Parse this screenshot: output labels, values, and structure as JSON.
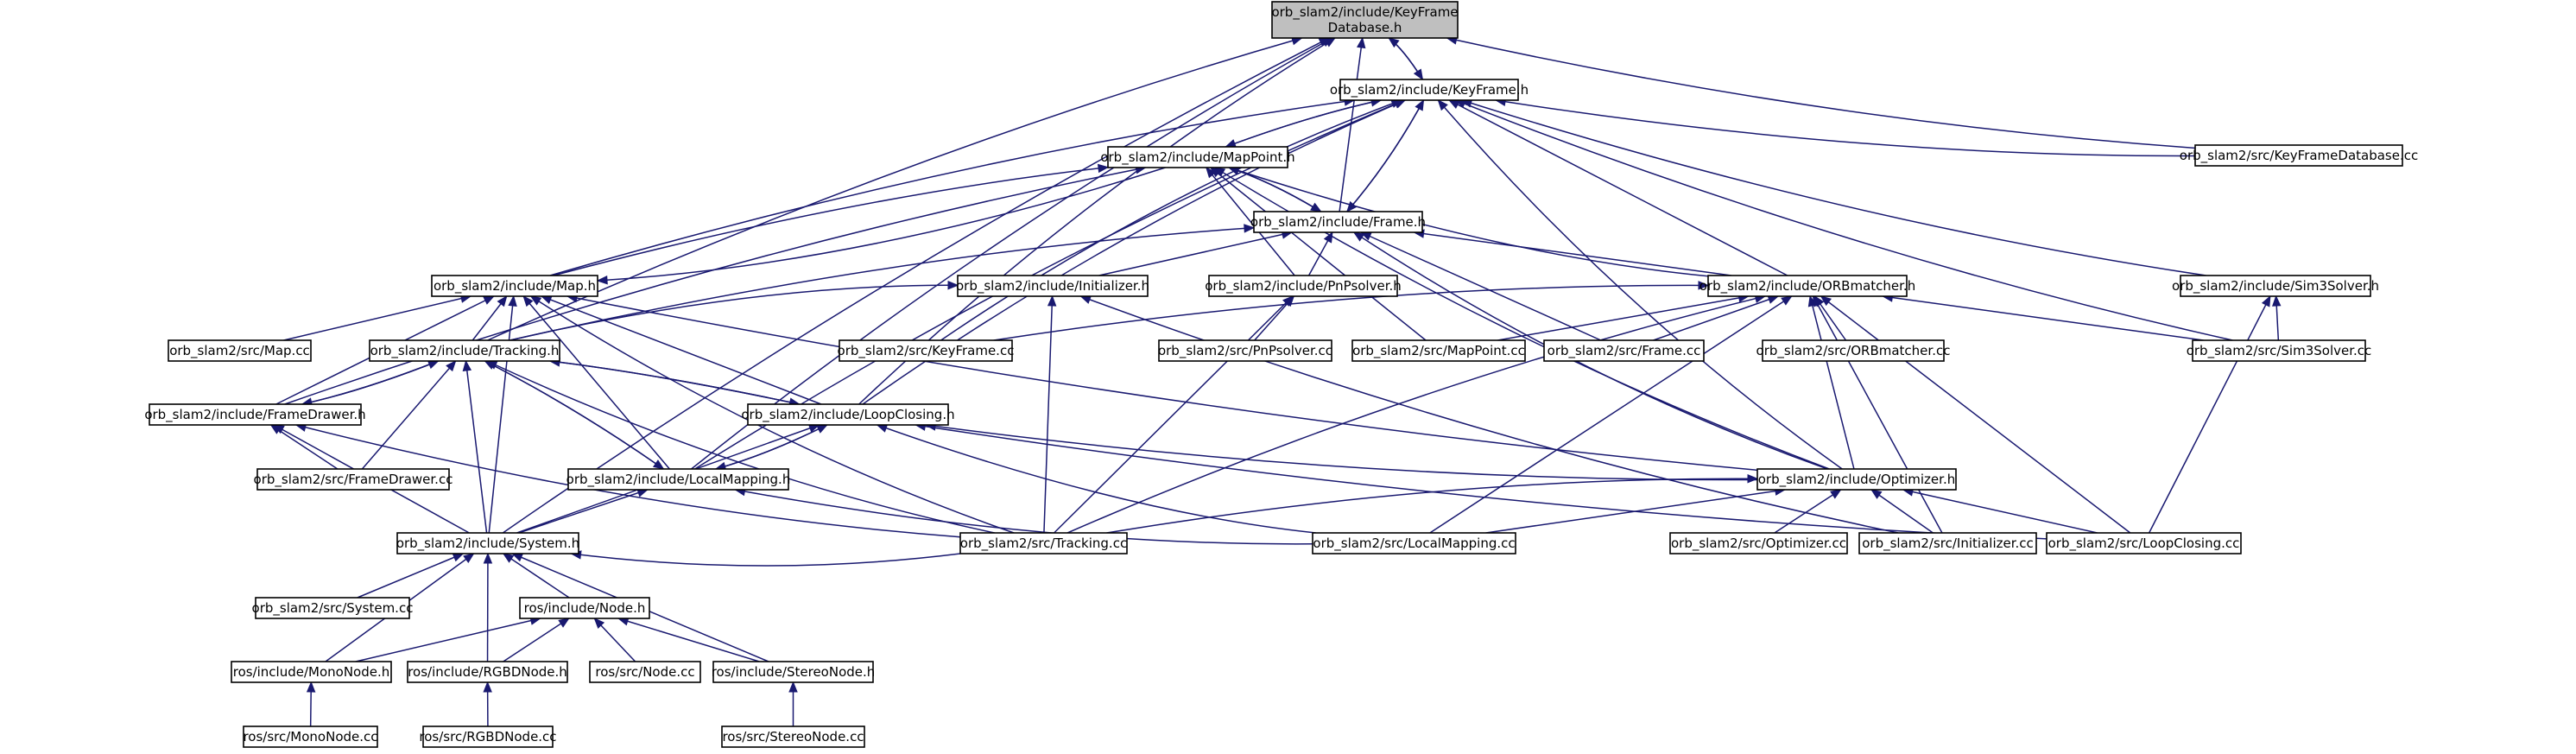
{
  "nodes": [
    {
      "id": "kfdb_h",
      "lines": [
        "orb_slam2/include/KeyFrame",
        "Database.h"
      ],
      "root": true
    },
    {
      "id": "keyframe_h",
      "lines": [
        "orb_slam2/include/KeyFrame.h"
      ]
    },
    {
      "id": "mappoint_h",
      "lines": [
        "orb_slam2/include/MapPoint.h"
      ]
    },
    {
      "id": "kfdb_cc",
      "lines": [
        "orb_slam2/src/KeyFrameDatabase.cc"
      ]
    },
    {
      "id": "frame_h",
      "lines": [
        "orb_slam2/include/Frame.h"
      ]
    },
    {
      "id": "map_h",
      "lines": [
        "orb_slam2/include/Map.h"
      ]
    },
    {
      "id": "initializer_h",
      "lines": [
        "orb_slam2/include/Initializer.h"
      ]
    },
    {
      "id": "pnpsolver_h",
      "lines": [
        "orb_slam2/include/PnPsolver.h"
      ]
    },
    {
      "id": "orbmatcher_h",
      "lines": [
        "orb_slam2/include/ORBmatcher.h"
      ]
    },
    {
      "id": "sim3solver_h",
      "lines": [
        "orb_slam2/include/Sim3Solver.h"
      ]
    },
    {
      "id": "map_cc",
      "lines": [
        "orb_slam2/src/Map.cc"
      ]
    },
    {
      "id": "tracking_h",
      "lines": [
        "orb_slam2/include/Tracking.h"
      ]
    },
    {
      "id": "keyframe_cc",
      "lines": [
        "orb_slam2/src/KeyFrame.cc"
      ]
    },
    {
      "id": "pnpsolver_cc",
      "lines": [
        "orb_slam2/src/PnPsolver.cc"
      ]
    },
    {
      "id": "mappoint_cc",
      "lines": [
        "orb_slam2/src/MapPoint.cc"
      ]
    },
    {
      "id": "frame_cc",
      "lines": [
        "orb_slam2/src/Frame.cc"
      ]
    },
    {
      "id": "orbmatcher_cc",
      "lines": [
        "orb_slam2/src/ORBmatcher.cc"
      ]
    },
    {
      "id": "sim3solver_cc",
      "lines": [
        "orb_slam2/src/Sim3Solver.cc"
      ]
    },
    {
      "id": "framedrawer_h",
      "lines": [
        "orb_slam2/include/FrameDrawer.h"
      ]
    },
    {
      "id": "loopclosing_h",
      "lines": [
        "orb_slam2/include/LoopClosing.h"
      ]
    },
    {
      "id": "framedrawer_cc",
      "lines": [
        "orb_slam2/src/FrameDrawer.cc"
      ]
    },
    {
      "id": "localmapping_h",
      "lines": [
        "orb_slam2/include/LocalMapping.h"
      ]
    },
    {
      "id": "optimizer_h",
      "lines": [
        "orb_slam2/include/Optimizer.h"
      ]
    },
    {
      "id": "system_h",
      "lines": [
        "orb_slam2/include/System.h"
      ]
    },
    {
      "id": "tracking_cc",
      "lines": [
        "orb_slam2/src/Tracking.cc"
      ]
    },
    {
      "id": "localmapping_cc",
      "lines": [
        "orb_slam2/src/LocalMapping.cc"
      ]
    },
    {
      "id": "optimizer_cc",
      "lines": [
        "orb_slam2/src/Optimizer.cc"
      ]
    },
    {
      "id": "initializer_cc",
      "lines": [
        "orb_slam2/src/Initializer.cc"
      ]
    },
    {
      "id": "loopclosing_cc",
      "lines": [
        "orb_slam2/src/LoopClosing.cc"
      ]
    },
    {
      "id": "system_cc",
      "lines": [
        "orb_slam2/src/System.cc"
      ]
    },
    {
      "id": "node_h",
      "lines": [
        "ros/include/Node.h"
      ]
    },
    {
      "id": "mononode_h",
      "lines": [
        "ros/include/MonoNode.h"
      ]
    },
    {
      "id": "rgbdnode_h",
      "lines": [
        "ros/include/RGBDNode.h"
      ]
    },
    {
      "id": "node_cc",
      "lines": [
        "ros/src/Node.cc"
      ]
    },
    {
      "id": "stereonode_h",
      "lines": [
        "ros/include/StereoNode.h"
      ]
    },
    {
      "id": "mononode_cc",
      "lines": [
        "ros/src/MonoNode.cc"
      ]
    },
    {
      "id": "rgbdnode_cc",
      "lines": [
        "ros/src/RGBDNode.cc"
      ]
    },
    {
      "id": "stereonode_cc",
      "lines": [
        "ros/src/StereoNode.cc"
      ]
    }
  ],
  "edges": [
    [
      "kfdb_h",
      "keyframe_h"
    ],
    [
      "keyframe_h",
      "kfdb_h"
    ],
    [
      "kfdb_h",
      "frame_h"
    ],
    [
      "kfdb_h",
      "kfdb_cc"
    ],
    [
      "kfdb_h",
      "tracking_h"
    ],
    [
      "kfdb_h",
      "loopclosing_h"
    ],
    [
      "kfdb_h",
      "localmapping_h"
    ],
    [
      "kfdb_h",
      "system_h"
    ],
    [
      "keyframe_h",
      "mappoint_h"
    ],
    [
      "mappoint_h",
      "keyframe_h"
    ],
    [
      "keyframe_h",
      "frame_h"
    ],
    [
      "frame_h",
      "keyframe_h"
    ],
    [
      "keyframe_h",
      "kfdb_cc"
    ],
    [
      "keyframe_h",
      "map_h"
    ],
    [
      "keyframe_h",
      "orbmatcher_h"
    ],
    [
      "keyframe_h",
      "sim3solver_h"
    ],
    [
      "keyframe_h",
      "keyframe_cc"
    ],
    [
      "keyframe_h",
      "sim3solver_cc"
    ],
    [
      "keyframe_h",
      "loopclosing_h"
    ],
    [
      "keyframe_h",
      "localmapping_h"
    ],
    [
      "keyframe_h",
      "optimizer_h"
    ],
    [
      "mappoint_h",
      "frame_h"
    ],
    [
      "frame_h",
      "mappoint_h"
    ],
    [
      "mappoint_h",
      "map_h"
    ],
    [
      "map_h",
      "mappoint_h"
    ],
    [
      "mappoint_h",
      "pnpsolver_h"
    ],
    [
      "mappoint_h",
      "orbmatcher_h"
    ],
    [
      "mappoint_h",
      "mappoint_cc"
    ],
    [
      "mappoint_h",
      "framedrawer_h"
    ],
    [
      "mappoint_h",
      "optimizer_h"
    ],
    [
      "frame_h",
      "initializer_h"
    ],
    [
      "frame_h",
      "pnpsolver_h"
    ],
    [
      "frame_h",
      "orbmatcher_h"
    ],
    [
      "frame_h",
      "tracking_h"
    ],
    [
      "frame_h",
      "frame_cc"
    ],
    [
      "frame_h",
      "optimizer_h"
    ],
    [
      "map_h",
      "map_cc"
    ],
    [
      "map_h",
      "tracking_h"
    ],
    [
      "map_h",
      "framedrawer_h"
    ],
    [
      "map_h",
      "loopclosing_h"
    ],
    [
      "map_h",
      "localmapping_h"
    ],
    [
      "map_h",
      "optimizer_h"
    ],
    [
      "map_h",
      "system_h"
    ],
    [
      "map_h",
      "tracking_cc"
    ],
    [
      "initializer_h",
      "tracking_h"
    ],
    [
      "initializer_h",
      "tracking_cc"
    ],
    [
      "initializer_h",
      "initializer_cc"
    ],
    [
      "pnpsolver_h",
      "pnpsolver_cc"
    ],
    [
      "pnpsolver_h",
      "tracking_cc"
    ],
    [
      "orbmatcher_h",
      "keyframe_cc"
    ],
    [
      "orbmatcher_h",
      "mappoint_cc"
    ],
    [
      "orbmatcher_h",
      "frame_cc"
    ],
    [
      "orbmatcher_h",
      "orbmatcher_cc"
    ],
    [
      "orbmatcher_h",
      "sim3solver_cc"
    ],
    [
      "orbmatcher_h",
      "tracking_cc"
    ],
    [
      "orbmatcher_h",
      "localmapping_cc"
    ],
    [
      "orbmatcher_h",
      "optimizer_h"
    ],
    [
      "orbmatcher_h",
      "initializer_cc"
    ],
    [
      "orbmatcher_h",
      "loopclosing_cc"
    ],
    [
      "sim3solver_h",
      "sim3solver_cc"
    ],
    [
      "sim3solver_h",
      "loopclosing_cc"
    ],
    [
      "tracking_h",
      "framedrawer_h"
    ],
    [
      "framedrawer_h",
      "tracking_h"
    ],
    [
      "tracking_h",
      "loopclosing_h"
    ],
    [
      "loopclosing_h",
      "tracking_h"
    ],
    [
      "tracking_h",
      "localmapping_h"
    ],
    [
      "localmapping_h",
      "tracking_h"
    ],
    [
      "tracking_h",
      "framedrawer_cc"
    ],
    [
      "tracking_h",
      "system_h"
    ],
    [
      "tracking_h",
      "tracking_cc"
    ],
    [
      "framedrawer_h",
      "framedrawer_cc"
    ],
    [
      "framedrawer_h",
      "system_h"
    ],
    [
      "framedrawer_h",
      "tracking_cc"
    ],
    [
      "loopclosing_h",
      "localmapping_h"
    ],
    [
      "localmapping_h",
      "loopclosing_h"
    ],
    [
      "loopclosing_h",
      "system_h"
    ],
    [
      "loopclosing_h",
      "optimizer_h"
    ],
    [
      "loopclosing_h",
      "localmapping_cc"
    ],
    [
      "loopclosing_h",
      "loopclosing_cc"
    ],
    [
      "localmapping_h",
      "system_h"
    ],
    [
      "localmapping_h",
      "localmapping_cc"
    ],
    [
      "optimizer_h",
      "tracking_cc"
    ],
    [
      "optimizer_h",
      "localmapping_cc"
    ],
    [
      "optimizer_h",
      "optimizer_cc"
    ],
    [
      "optimizer_h",
      "initializer_cc"
    ],
    [
      "optimizer_h",
      "loopclosing_cc"
    ],
    [
      "system_h",
      "system_cc"
    ],
    [
      "system_h",
      "node_h"
    ],
    [
      "system_h",
      "mononode_h"
    ],
    [
      "system_h",
      "rgbdnode_h"
    ],
    [
      "system_h",
      "stereonode_h"
    ],
    [
      "system_h",
      "tracking_cc"
    ],
    [
      "node_h",
      "mononode_h"
    ],
    [
      "node_h",
      "rgbdnode_h"
    ],
    [
      "node_h",
      "node_cc"
    ],
    [
      "node_h",
      "stereonode_h"
    ],
    [
      "mononode_h",
      "mononode_cc"
    ],
    [
      "rgbdnode_h",
      "rgbdnode_cc"
    ],
    [
      "stereonode_h",
      "stereonode_cc"
    ]
  ],
  "colors": {
    "edge": "#191970",
    "root_fill": "#bfbfbf",
    "node_fill": "#ffffff",
    "node_stroke": "#000000"
  }
}
